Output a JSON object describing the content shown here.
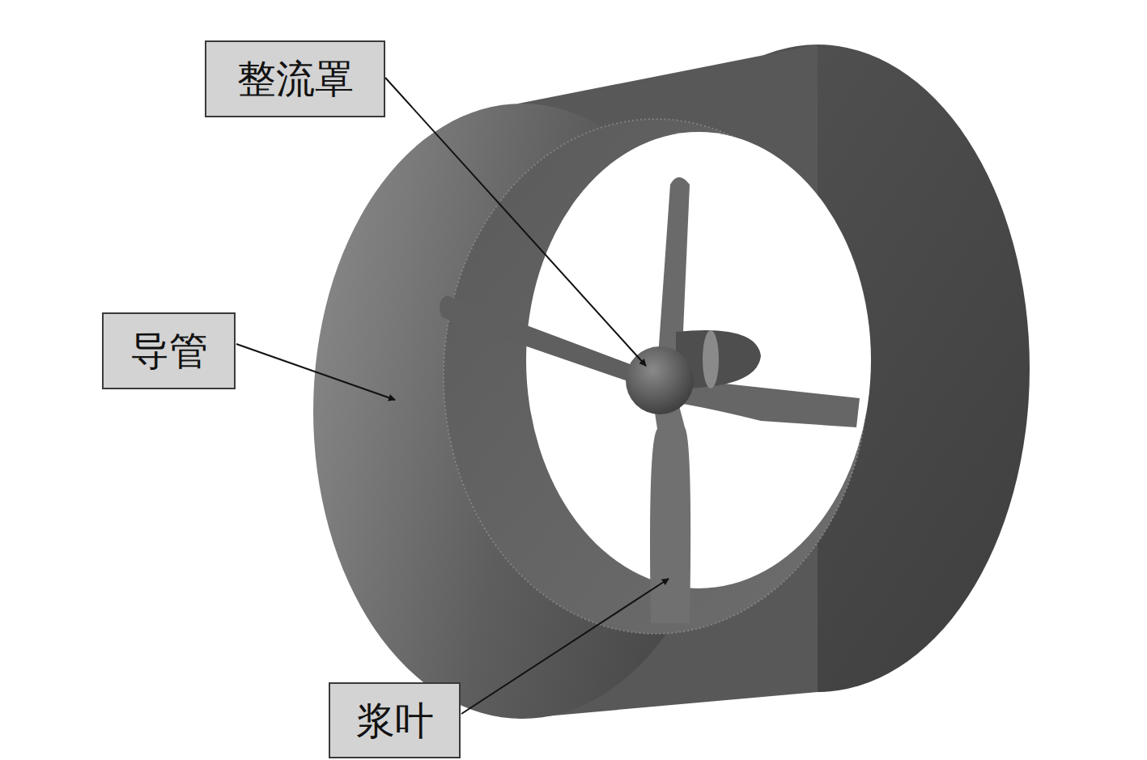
{
  "diagram": {
    "nodes": [
      {
        "text": [
          "整流罩"
        ]
      },
      {
        "text": [
          "导管"
        ]
      },
      {
        "text": [
          "浆叶"
        ]
      }
    ]
  }
}
